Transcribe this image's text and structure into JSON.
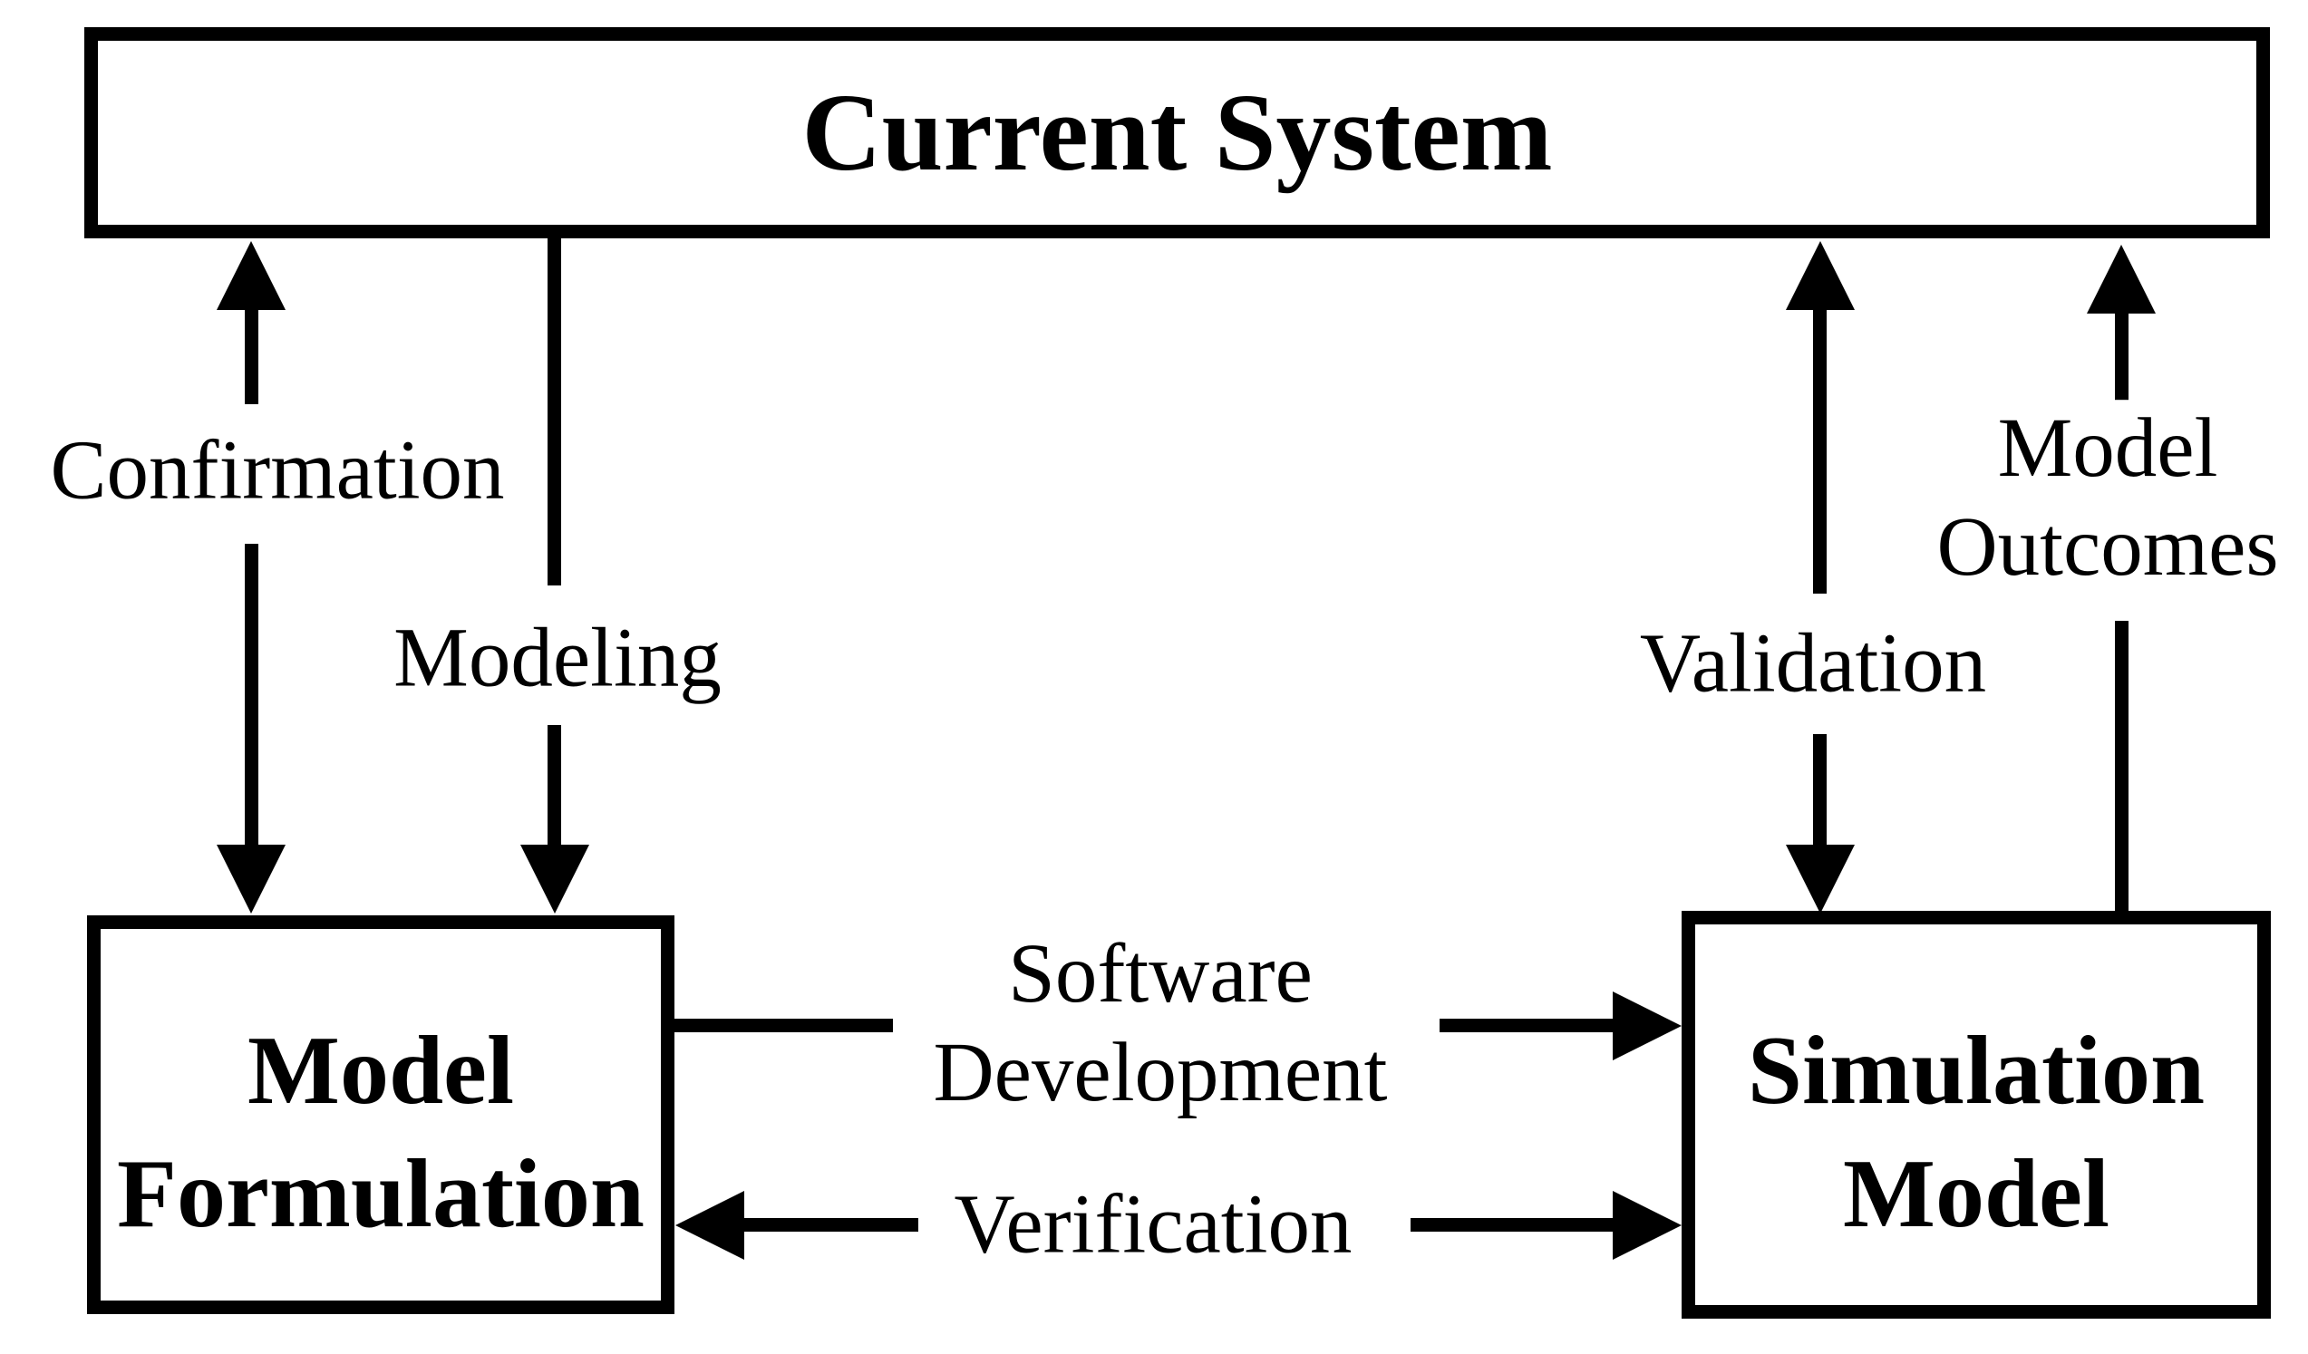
{
  "diagram": {
    "background_color": "#ffffff",
    "ink_color": "#000000",
    "boxes": {
      "current_system": {
        "label": "Current System"
      },
      "model_formulation": {
        "label_line1": "Model",
        "label_line2": "Formulation"
      },
      "simulation_model": {
        "label_line1": "Simulation",
        "label_line2": "Model"
      }
    },
    "arrows": {
      "confirmation": {
        "label": "Confirmation",
        "direction": "double-vertical"
      },
      "modeling": {
        "label": "Modeling",
        "direction": "down"
      },
      "validation": {
        "label": "Validation",
        "direction": "double-vertical"
      },
      "model_outcomes": {
        "label_line1": "Model",
        "label_line2": "Outcomes",
        "direction": "up"
      },
      "software_development": {
        "label_line1": "Software",
        "label_line2": "Development",
        "direction": "right"
      },
      "verification": {
        "label": "Verification",
        "direction": "double-horizontal"
      }
    }
  }
}
